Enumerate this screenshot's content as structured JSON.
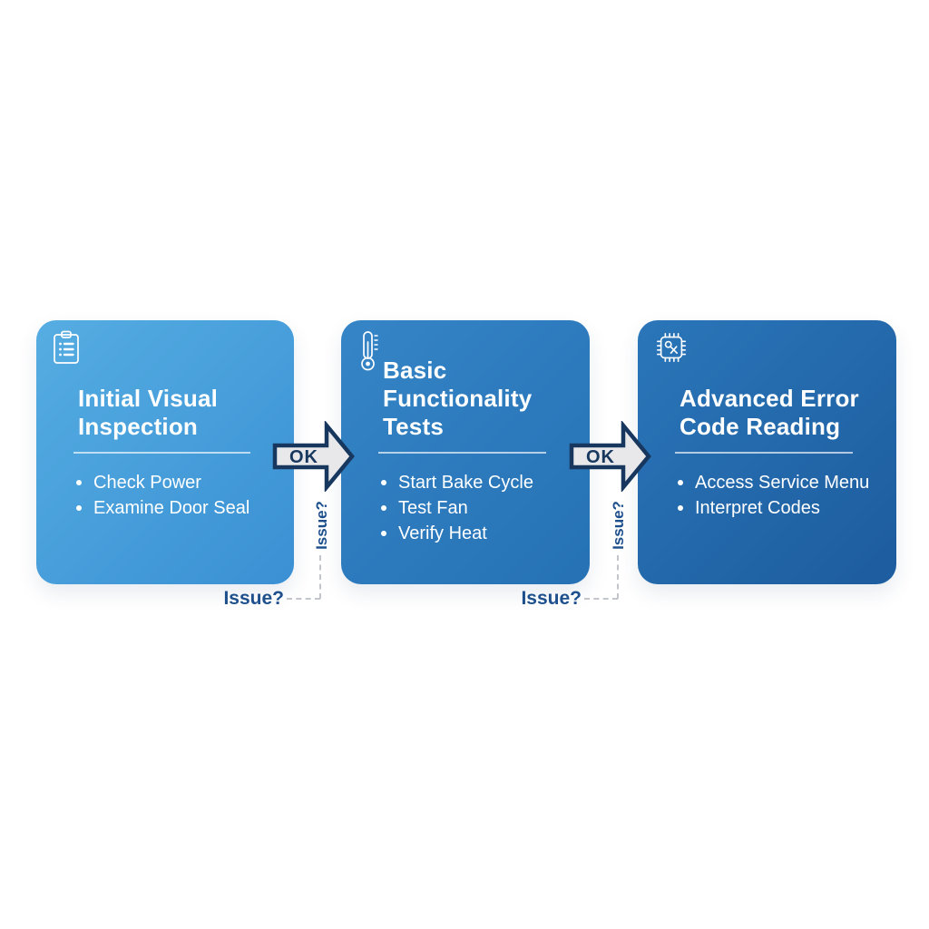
{
  "diagram": {
    "background": "#ffffff",
    "colors": {
      "arrow_fill": "#e8e8ea",
      "arrow_border": "#17375e",
      "ok_text": "#17375e",
      "issue_text": "#1d4f8c",
      "dash": "#c2c6ca",
      "divider": "rgba(255,255,255,0.65)"
    }
  },
  "steps": [
    {
      "icon": "clipboard-checklist-icon",
      "title": "Initial Visual Inspection",
      "title_lines": [
        "Initial Visual",
        "Inspection"
      ],
      "bullets": [
        "Check Power",
        "Examine Door Seal"
      ],
      "colors": {
        "start": "#55ade2",
        "end": "#3a90d3"
      }
    },
    {
      "icon": "thermometer-icon",
      "title": "Basic Functionality Tests",
      "title_lines": [
        "Basic",
        "Functionality",
        "Tests"
      ],
      "bullets": [
        "Start Bake Cycle",
        "Test Fan",
        "Verify Heat"
      ],
      "colors": {
        "start": "#3585c7",
        "end": "#2571b4"
      }
    },
    {
      "icon": "chip-icon",
      "title": "Advanced Error Code Reading",
      "title_lines": [
        "Advanced Error",
        "Code Reading"
      ],
      "bullets": [
        "Access Service Menu",
        "Interpret Codes"
      ],
      "colors": {
        "start": "#2a76b9",
        "end": "#1d5c9e"
      }
    }
  ],
  "connectors": [
    {
      "ok_label": "OK",
      "issue_vertical_label": "Issue?",
      "issue_label": "Issue?"
    },
    {
      "ok_label": "OK",
      "issue_vertical_label": "Issue?",
      "issue_label": "Issue?"
    }
  ]
}
